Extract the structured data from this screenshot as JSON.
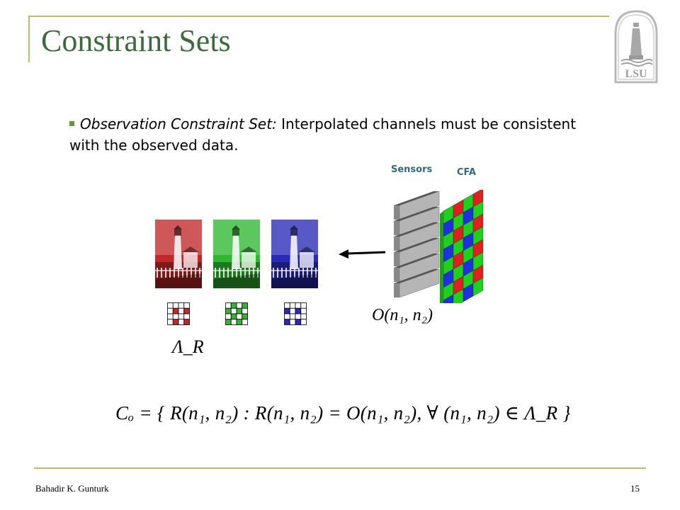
{
  "slide": {
    "title": "Constraint Sets",
    "bullet": {
      "label": "Observation Constraint Set:",
      "text": " Interpolated channels must be consistent with the observed data."
    },
    "diagram": {
      "sensors_label": "Sensors",
      "cfa_label": "CFA",
      "observation_label": "O(n₁, n₂)",
      "lattice_label": "Λ_R",
      "channel_colors": [
        "#c0282a",
        "#2fb82f",
        "#2a2ab8"
      ],
      "cfa_colors": [
        "#e02020",
        "#20d020",
        "#2030e0"
      ]
    },
    "equation": "Cₒ = { R(n₁, n₂) : R(n₁, n₂) = O(n₁, n₂),   ∀ (n₁, n₂) ∈ Λ_R }"
  },
  "logo": {
    "icon": "lsu-lighthouse-logo",
    "text": "LSU"
  },
  "footer": {
    "author": "Bahadir K. Gunturk",
    "page_number": "15"
  }
}
